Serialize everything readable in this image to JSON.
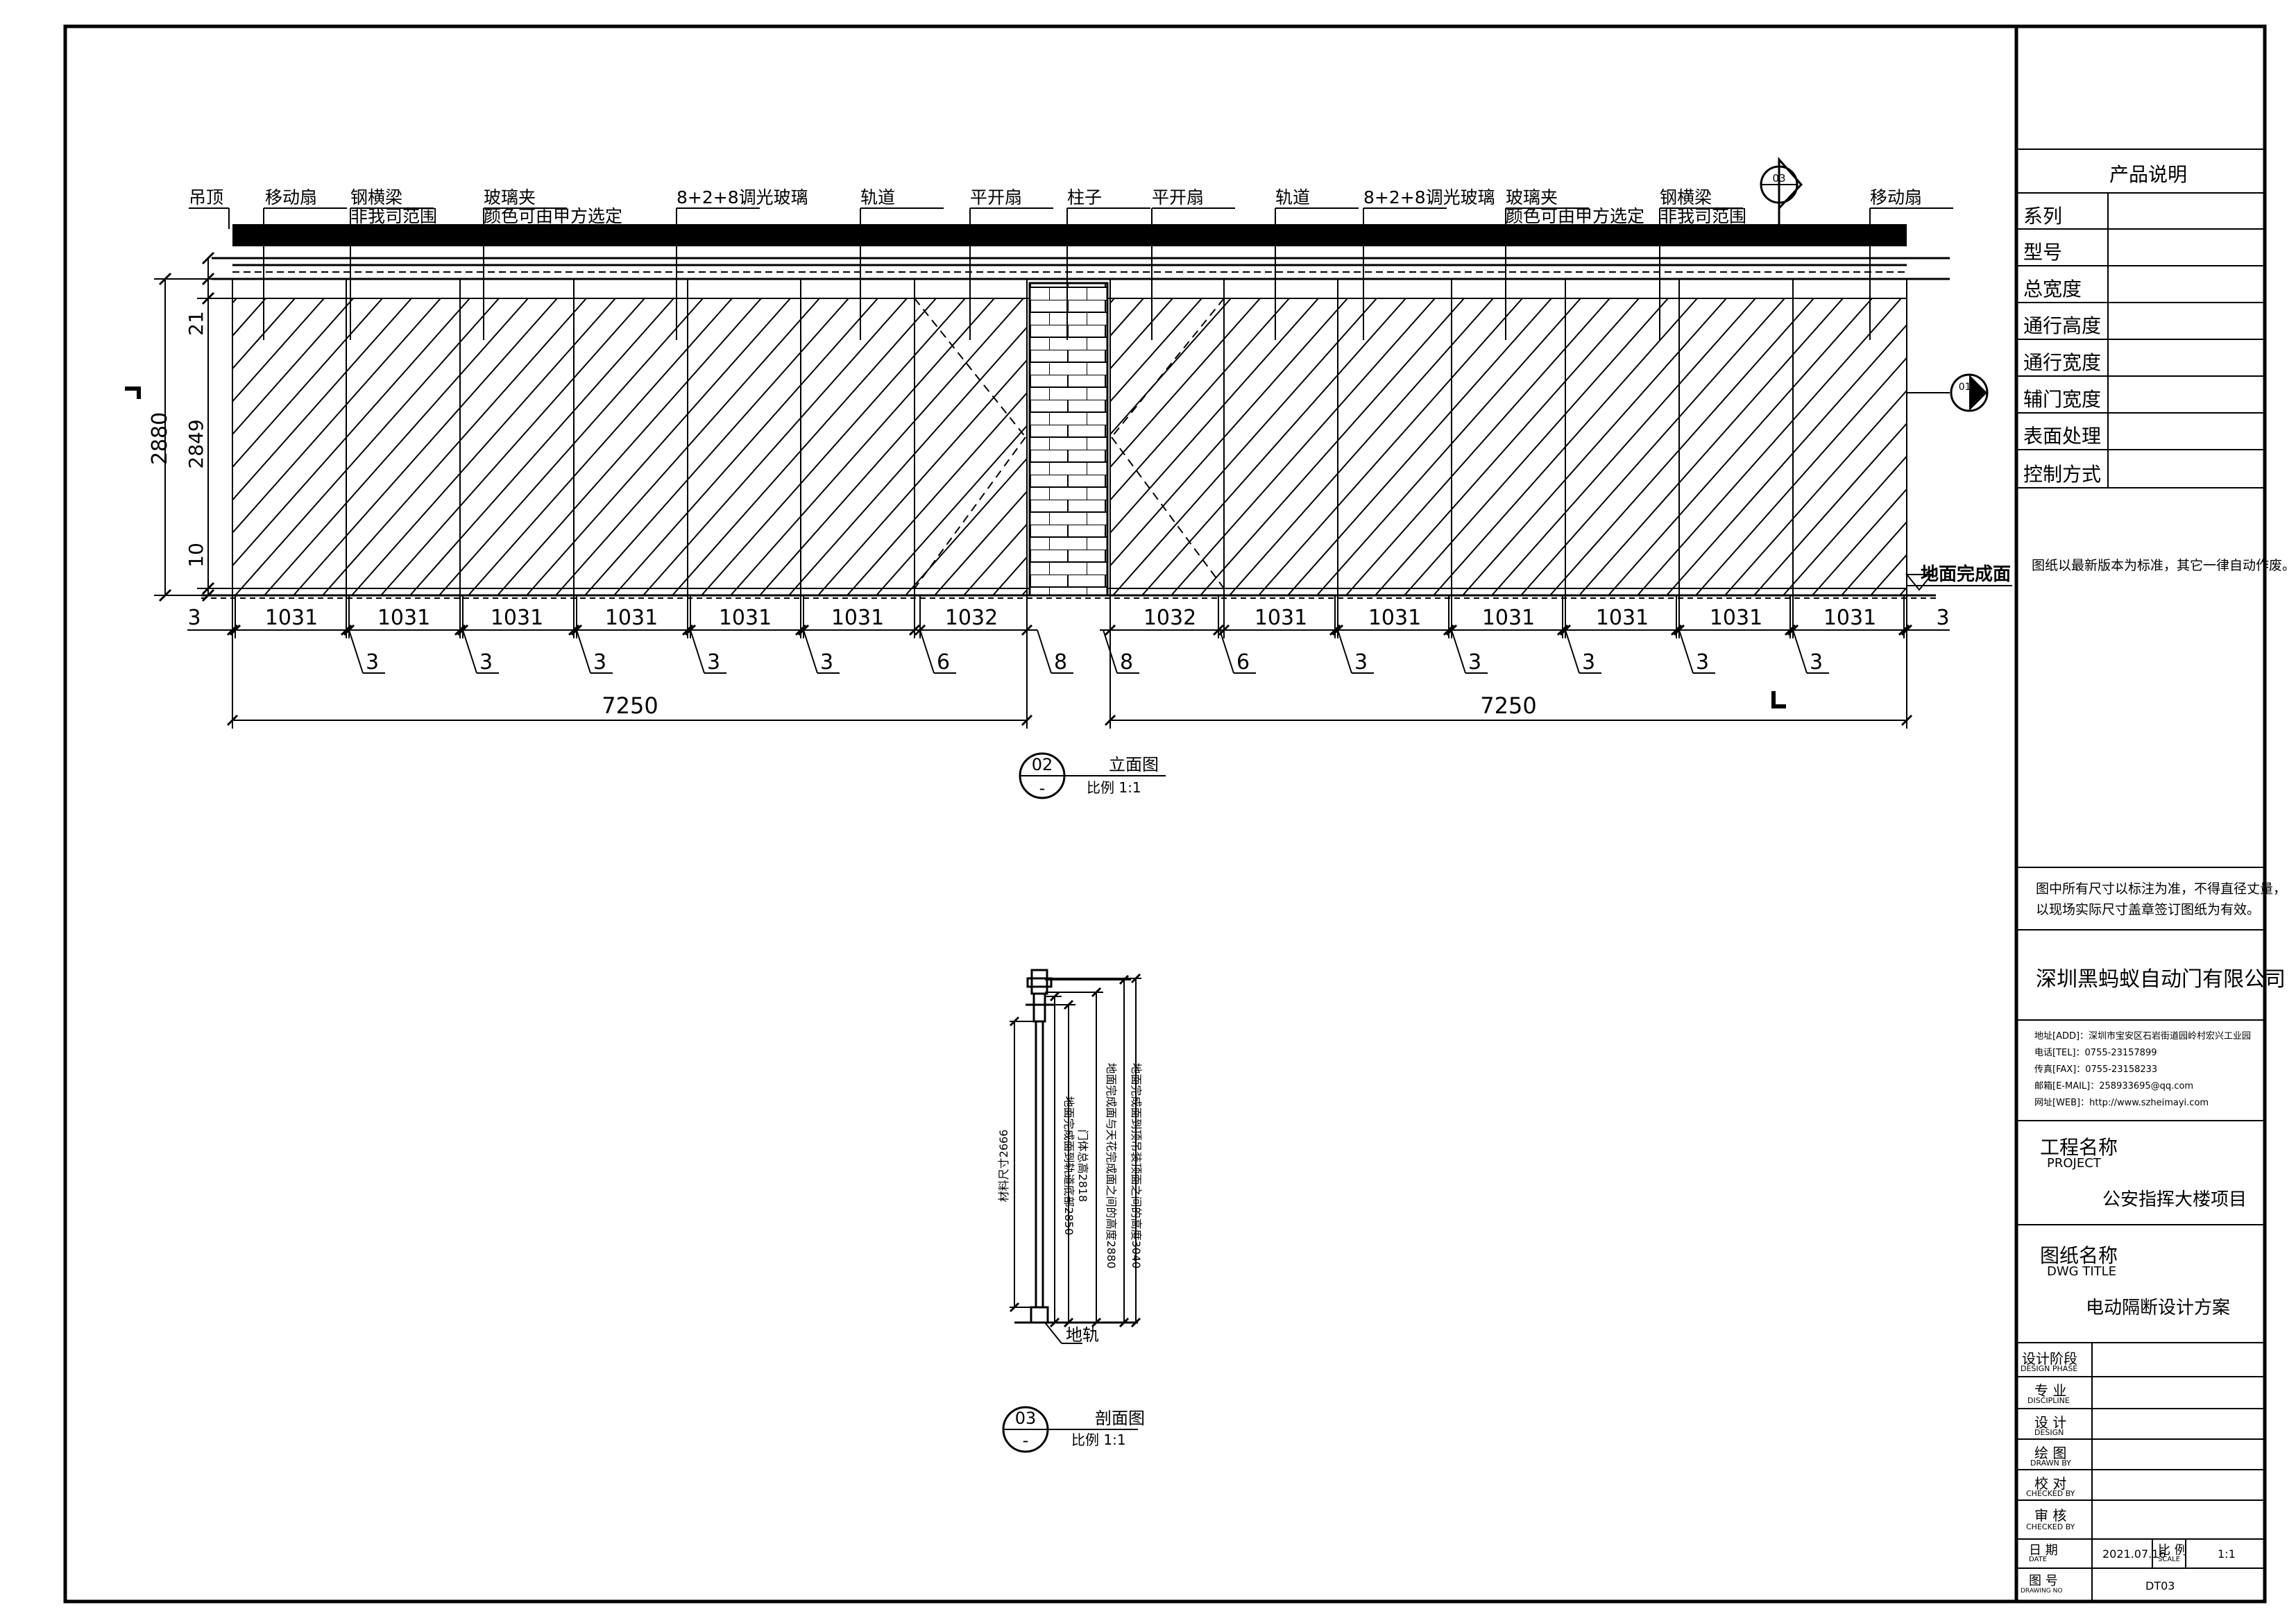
{
  "elevation": {
    "top_labels": [
      "吊顶",
      "移动扇",
      "钢横梁",
      "非我司范围",
      "玻璃夹",
      "颜色可由甲方选定",
      "8+2+8调光玻璃",
      "轨道",
      "平开扇",
      "柱子",
      "平开扇",
      "轨道",
      "8+2+8调光玻璃",
      "玻璃夹",
      "颜色可由甲方选定",
      "钢横梁",
      "非我司范围",
      "移动扇"
    ],
    "section_marker": "03",
    "detail_marker": "01a",
    "left_dims": {
      "total": "2880",
      "top": "21",
      "middle": "2849",
      "bottom": "10"
    },
    "floor_label": "地面完成面",
    "panel_widths": [
      "3",
      "1031",
      "1031",
      "1031",
      "1031",
      "1031",
      "1031",
      "1032",
      "1032",
      "1031",
      "1031",
      "1031",
      "1031",
      "1031",
      "1031",
      "3"
    ],
    "gap_dims": [
      "3",
      "3",
      "3",
      "3",
      "3",
      "6",
      "8",
      "8",
      "6",
      "3",
      "3",
      "3",
      "3",
      "3"
    ],
    "span_left": "7250",
    "span_right": "7250",
    "title_num": "02",
    "title_sub": "-",
    "title": "立面图",
    "scale": "比例 1:1"
  },
  "section": {
    "dims": [
      "材料尺寸2666",
      "地面完成面到轨道底部2850",
      "门体总高2818",
      "地面完成面与天花完成面之间的高度2880",
      "地面完成面到顶吊装顶面之间的高度3040"
    ],
    "floor_track": "地轨",
    "title_num": "03",
    "title_sub": "-",
    "title": "剖面图",
    "scale": "比例 1:1"
  },
  "title_block": {
    "product_header": "产品说明",
    "rows": [
      "系列",
      "型号",
      "总宽度",
      "通行高度",
      "通行宽度",
      "辅门宽度",
      "表面处理",
      "控制方式"
    ],
    "note1": "图纸以最新版本为标准，其它一律自动作废。",
    "note2a": "图中所有尺寸以标注为准，不得直径丈量，",
    "note2b": "以现场实际尺寸盖章签订图纸为有效。",
    "company": "深圳黑蚂蚁自动门有限公司",
    "address": "地址[ADD]：深圳市宝安区石岩街道园岭村宏兴工业园",
    "tel": "电话[TEL]：0755-23157899",
    "fax": "传真[FAX]：0755-23158233",
    "email": "邮箱[E-MAIL]：258933695@qq.com",
    "web": "网址[WEB]：http://www.szheimayi.com",
    "project_cn": "工程名称",
    "project_en": "PROJECT",
    "project_name": "公安指挥大楼项目",
    "dwg_cn": "图纸名称",
    "dwg_en": "DWG TITLE",
    "dwg_name": "电动隔断设计方案",
    "phase_cn": "设计阶段",
    "phase_en": "DESIGN PHASE",
    "disc_cn": "专 业",
    "disc_en": "DISCIPLINE",
    "design_cn": "设 计",
    "design_en": "DESIGN",
    "drawn_cn": "绘 图",
    "drawn_en": "DRAWN BY",
    "check_cn": "校 对",
    "check_en": "CHECKED BY",
    "review_cn": "审 核",
    "review_en": "CHECKED BY",
    "date_cn": "日 期",
    "date_en": "DATE",
    "date": "2021.07.16",
    "scale_cn": "比 例",
    "scale_en": "SCALE",
    "scale": "1:1",
    "no_cn": "图 号",
    "no_en": "DRAWING NO",
    "no": "DT03"
  }
}
